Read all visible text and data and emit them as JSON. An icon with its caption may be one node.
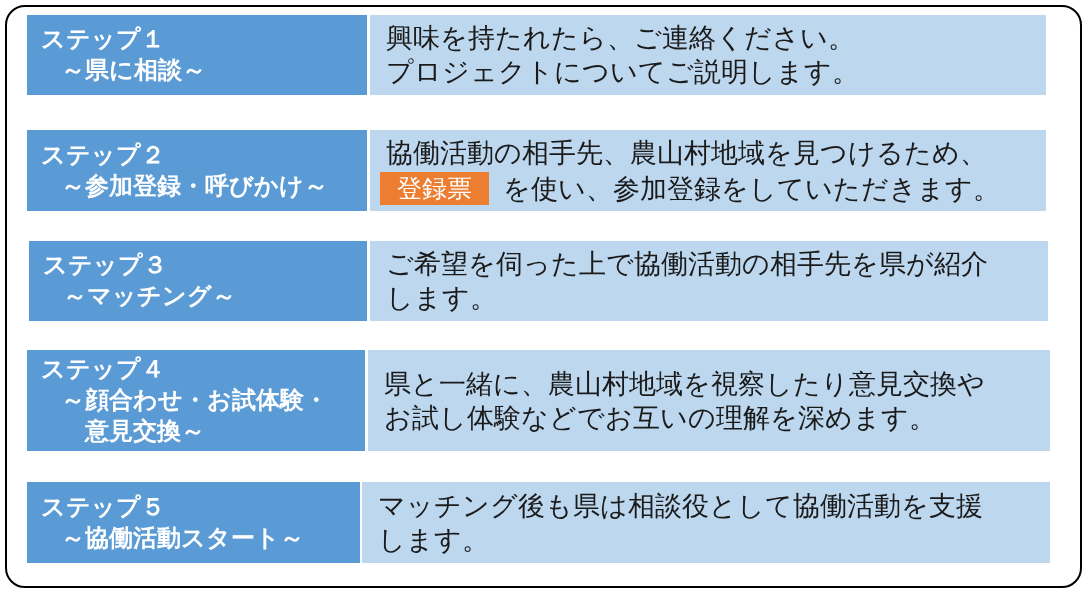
{
  "diagram": {
    "nodes": [
      {
        "text": [
          "ステップ１",
          "～県に相談～"
        ]
      },
      {
        "text": [
          "興味を持たれたら、ご連絡ください。プロジェクトについてご説明します。"
        ]
      },
      {
        "text": [
          "ステップ２",
          "～参加登録・呼びかけ～"
        ]
      },
      {
        "text": [
          "協働活動の相手先、農山村地域を見つけるため、",
          "を使い、参加登録をしていただきます。"
        ]
      },
      {
        "text": [
          "登録票"
        ],
        "in": 3
      },
      {
        "text": [
          "ステップ３",
          "～マッチング～"
        ]
      },
      {
        "text": [
          "ご希望を伺った上で協働活動の相手先を県が紹介します。"
        ]
      },
      {
        "text": [
          "ステップ４",
          "～顔合わせ・お試体験・意見交換～"
        ]
      },
      {
        "text": [
          "県と一緒に、農山村地域を視察したり意見交換やお試し体験などでお互いの理解を深めます。"
        ]
      },
      {
        "text": [
          "ステップ５",
          "～協働活動スタート～"
        ]
      },
      {
        "text": [
          "マッチング後も県は相談役として協働活動を支援します。"
        ]
      }
    ]
  }
}
